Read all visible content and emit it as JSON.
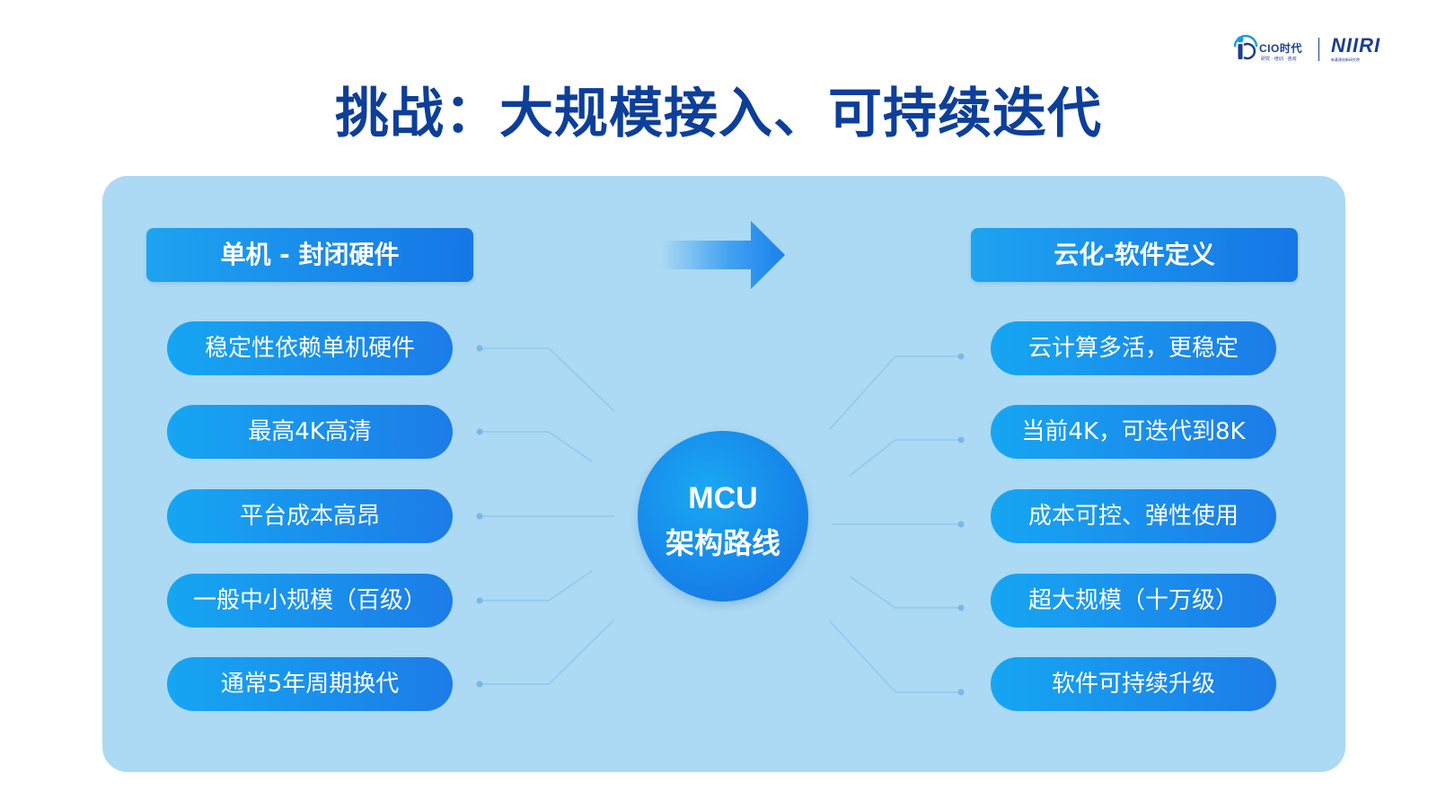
{
  "title": "挑战：大规模接入、可持续迭代",
  "logos": {
    "cio_name": "CIO时代",
    "cio_tagline": "研究 · 培训 · 咨询",
    "niiri_name": "NIIRI",
    "niiri_tagline": "新基建创新研究院"
  },
  "diagram": {
    "left_header": "单机 - 封闭硬件",
    "right_header": "云化-软件定义",
    "center_line1": "MCU",
    "center_line2": "架构路线",
    "left_items": [
      "稳定性依赖单机硬件",
      "最高4K高清",
      "平台成本高昂",
      "一般中小规模（百级）",
      "通常5年周期换代"
    ],
    "right_items": [
      "云计算多活，更稳定",
      "当前4K，可迭代到8K",
      "成本可控、弹性使用",
      "超大规模（十万级）",
      "软件可持续升级"
    ]
  },
  "colors": {
    "title": "#0d3f9a",
    "panel": "#acd9f3",
    "accent_light": "#16a6f2",
    "accent_dark": "#1577e6"
  }
}
